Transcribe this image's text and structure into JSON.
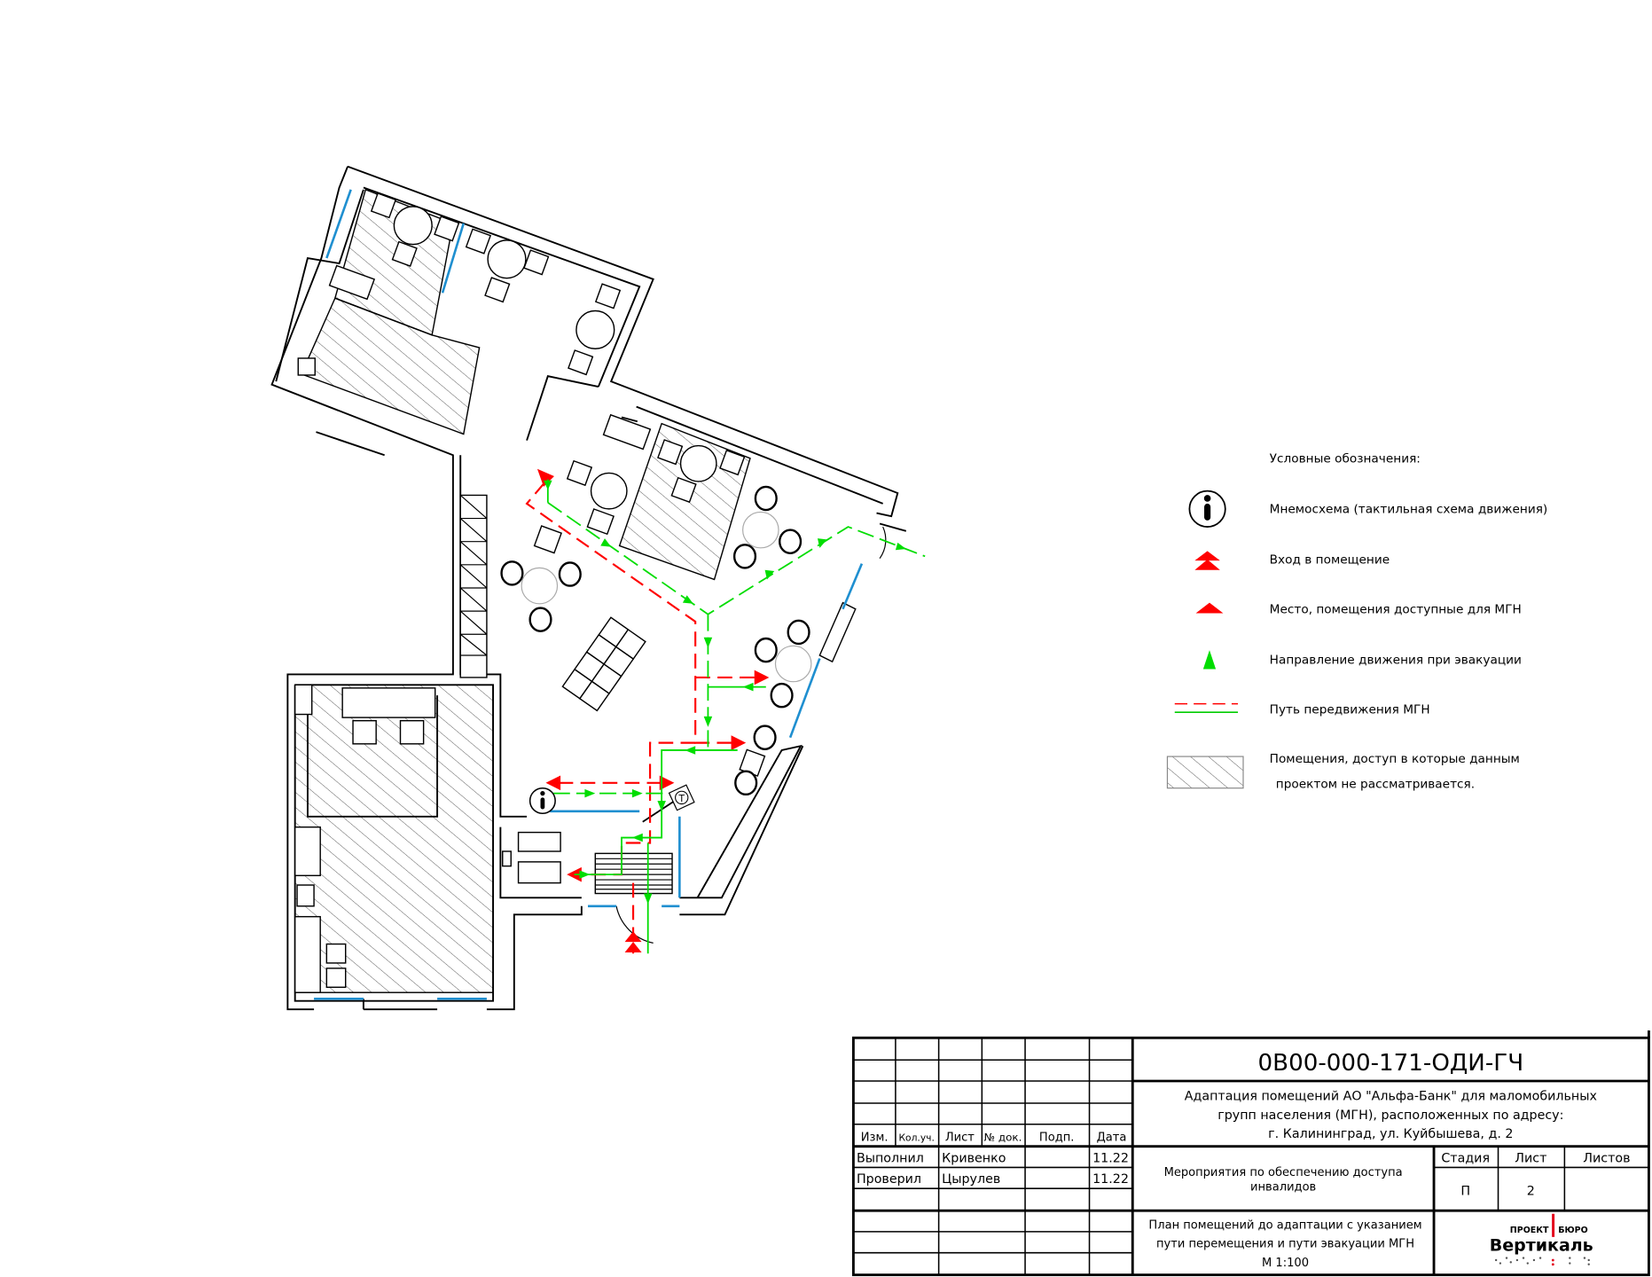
{
  "plan": {
    "info_marker_icon": "info-circle-icon",
    "terminal_label": "T",
    "colors": {
      "mgn_path": "#ff0000",
      "evacuation_path": "#00dd00",
      "window": "#1f8fd0"
    }
  },
  "legend": {
    "title": "Условные обозначения:",
    "items": [
      {
        "icon": "info-circle-icon",
        "label": "Мнемосхема (тактильная схема движения)"
      },
      {
        "icon": "double-red-arrow-icon",
        "label": "Вход в помещение"
      },
      {
        "icon": "red-arrow-icon",
        "label": "Место, помещения доступные для МГН"
      },
      {
        "icon": "green-arrow-icon",
        "label": "Направление движения при эвакуации"
      },
      {
        "icon": "path-lines-icon",
        "label": "Путь передвижения МГН"
      },
      {
        "icon": "hatch-icon",
        "label_line1": "Помещения, доступ в которые данным",
        "label_line2": "проектом не рассматривается."
      }
    ]
  },
  "title_block": {
    "code": "0В00-000-171-ОДИ-ГЧ",
    "project_lines": [
      "Адаптация помещений АО \"Альфа-Банк\" для маломобильных",
      "групп населения (МГН), расположенных по адресу:",
      "г. Калининград, ул. Куйбышева, д. 2"
    ],
    "headers": [
      "Изм.",
      "Кол.уч.",
      "Лист",
      "№ док.",
      "Подп.",
      "Дата"
    ],
    "rows": [
      {
        "role": "Выполнил",
        "name": "Кривенко",
        "date": "11.22"
      },
      {
        "role": "Проверил",
        "name": "Цырулев",
        "date": "11.22"
      }
    ],
    "section_lines": [
      "Мероприятия по обеспечению доступа",
      "инвалидов"
    ],
    "stage_header": "Стадия",
    "sheet_header": "Лист",
    "sheets_header": "Листов",
    "stage": "П",
    "sheet": "2",
    "sheets": "",
    "drawing_lines": [
      "План помещений до адаптации с указанием",
      "пути перемещения и пути эвакуации МГН",
      "М 1:100"
    ],
    "logo": {
      "top_left": "ПРОЕКТ",
      "top_right": "БЮРО",
      "name": "Вертикаль",
      "brand_color": "#1a8fc4",
      "accent_color": "#e3001b"
    }
  }
}
